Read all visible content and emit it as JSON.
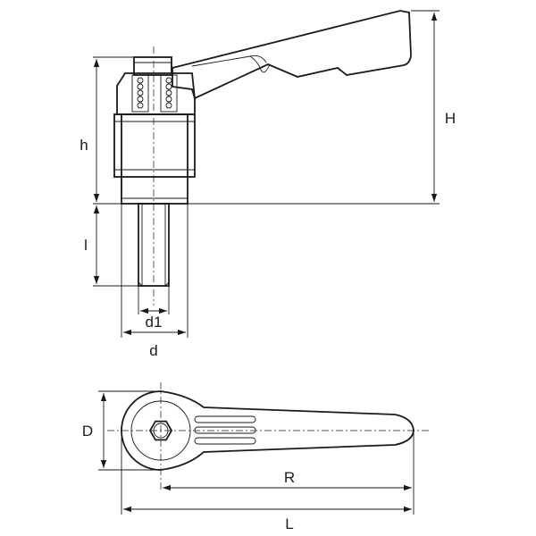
{
  "dimension_labels": {
    "H": "H",
    "h": "h",
    "l": "l",
    "d1": "d1",
    "d": "d",
    "D": "D",
    "R": "R",
    "L": "L"
  },
  "colors": {
    "line": "#1a1a1a",
    "fill": "#ffffff",
    "hatch_fill": "#f2f2f2"
  },
  "icons": [
    "hex-socket-icon",
    "arrowhead-icon"
  ]
}
